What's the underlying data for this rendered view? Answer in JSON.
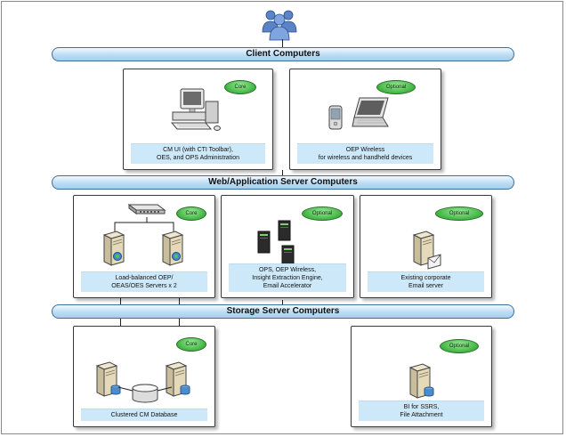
{
  "tiers": {
    "client": "Client Computers",
    "web": "Web/Application Server Computers",
    "storage": "Storage Server Computers"
  },
  "badges": {
    "core": "Core",
    "optional": "Optional"
  },
  "boxes": {
    "client_ui": "CM UI (with CTI Toolbar),\nOES, and OPS Administration",
    "oep_wireless_client": "OEP Wireless\nfor wireless and handheld devices",
    "load_balanced": "Load-balanced OEP/\nOEAS/OES Servers x 2",
    "ops_servers": "OPS, OEP Wireless,\nInsight Extraction Engine,\nEmail Accelerator",
    "email_server": "Existing corporate\nEmail server",
    "clustered_db": "Clustered CM Database",
    "bi_server": "BI for SSRS,\nFile Attachment"
  },
  "colors": {
    "tier_fill": "#bcdcf3",
    "caption_fill": "#cde8f8",
    "badge_fill": "#3fb43f"
  },
  "icons": {
    "users": "users-icon",
    "desktop": "desktop-computer-icon",
    "handheld": "handheld-device-icon",
    "laptop": "laptop-icon",
    "switch": "network-switch-icon",
    "server": "server-icon",
    "rack": "rack-server-icon",
    "database": "database-icon"
  }
}
